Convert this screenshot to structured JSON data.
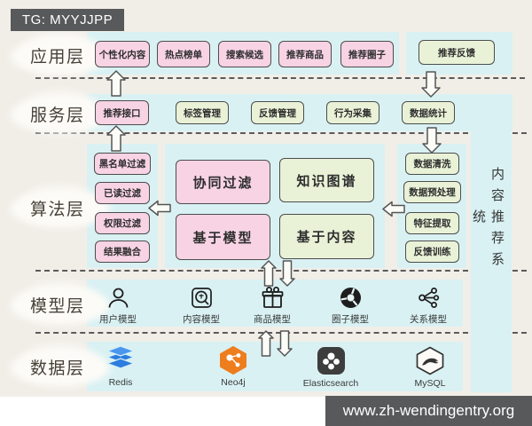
{
  "badges": {
    "top": "TG: MYYJJPP",
    "bottom": "www.zh-wendingentry.org"
  },
  "side_title": "内容推荐系统",
  "colors": {
    "pink": "#f7d3e4",
    "green": "#e9f2d7",
    "strip": "#d9f1f3",
    "badge": "#58595b",
    "background": "#f1eee8"
  },
  "layers": {
    "app": {
      "label": "应用层",
      "boxes": [
        "个性化内容",
        "热点榜单",
        "搜索候选",
        "推荐商品",
        "推荐圈子",
        "推荐反馈"
      ]
    },
    "service": {
      "label": "服务层",
      "boxes": [
        "推荐接口",
        "标签管理",
        "反馈管理",
        "行为采集",
        "数据统计"
      ]
    },
    "algo": {
      "label": "算法层",
      "filters": [
        "黑名单过滤",
        "已读过滤",
        "权限过滤",
        "结果融合"
      ],
      "recall": [
        "协同过滤",
        "知识图谱",
        "基于模型",
        "基于内容"
      ],
      "processing": [
        "数据清洗",
        "数据预处理",
        "特征提取",
        "反馈训练"
      ]
    },
    "model": {
      "label": "模型层",
      "items": [
        {
          "icon": "user-icon",
          "label": "用户模型"
        },
        {
          "icon": "content-icon",
          "label": "内容模型"
        },
        {
          "icon": "gift-icon",
          "label": "商品模型"
        },
        {
          "icon": "aperture-icon",
          "label": "圈子模型"
        },
        {
          "icon": "share-icon",
          "label": "关系模型"
        }
      ]
    },
    "data": {
      "label": "数据层",
      "items": [
        {
          "icon": "redis-icon",
          "label": "Redis"
        },
        {
          "icon": "neo4j-icon",
          "label": "Neo4j"
        },
        {
          "icon": "elasticsearch-icon",
          "label": "Elasticsearch"
        },
        {
          "icon": "mysql-icon",
          "label": "MySQL"
        }
      ]
    }
  }
}
